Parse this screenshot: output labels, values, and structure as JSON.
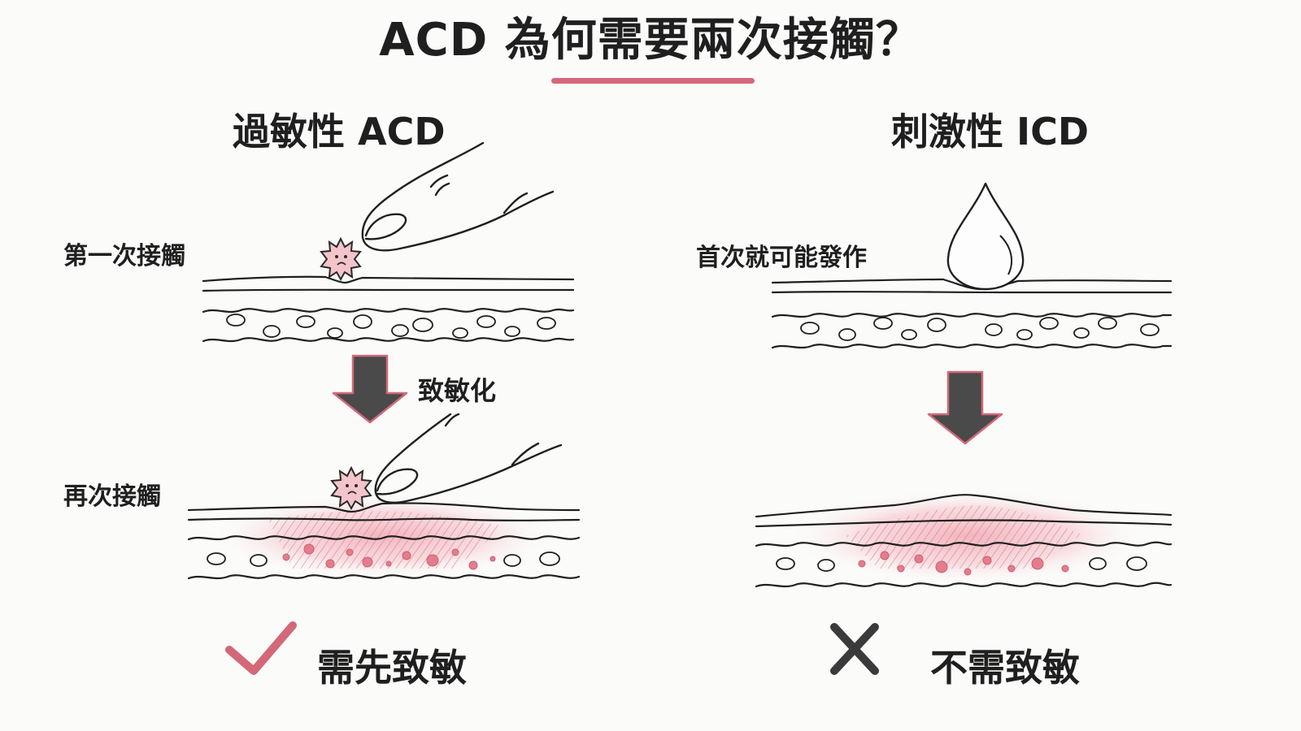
{
  "title": "ACD 為何需要兩次接觸？",
  "colors": {
    "accent": "#d46878",
    "ink": "#1f1f1f",
    "arrow": "#4a4a4a",
    "redness": "#e89aa6",
    "background": "#fbfbfa"
  },
  "left_panel": {
    "heading": "過敏性 ACD",
    "first_contact_label": "第一次接觸",
    "arrow_label": "致敏化",
    "second_contact_label": "再次接觸",
    "result_icon": "check-icon",
    "result_text": "需先致敏"
  },
  "right_panel": {
    "heading": "刺激性 ICD",
    "first_contact_label": "首次就可能發作",
    "result_icon": "cross-icon",
    "result_text": "不需致敏"
  }
}
